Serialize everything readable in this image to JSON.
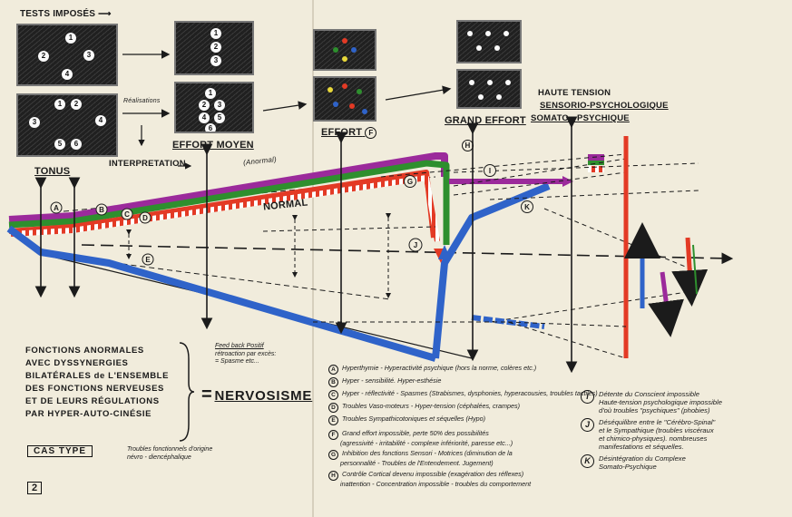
{
  "headers": {
    "tests_imposes": "TESTS IMPOSÉS",
    "realisations": "Réalisations",
    "interpretation": "INTERPRETATION",
    "effort_moyen": "EFFORT MOYEN",
    "anormal": "(Anormal)",
    "effort": "EFFORT",
    "effort_badge": "F",
    "grand_effort": "GRAND EFFORT",
    "grand_effort_badge": "H",
    "haute_tension_1": "HAUTE TENSION",
    "haute_tension_2": "SENSORIO-PSYCHOLOGIQUE",
    "haute_tension_3": "SOMATO - PSYCHIQUE",
    "tonus": "TONUS",
    "normal": "NORMAL"
  },
  "panel_numbers": {
    "p1": [
      "1",
      "2",
      "3"
    ],
    "p2": [
      "1",
      "2",
      "3",
      "4",
      "5",
      "6"
    ],
    "p3": [
      "1",
      "2",
      "3"
    ],
    "p4": [
      "1",
      "2",
      "3",
      "4",
      "5",
      "6"
    ]
  },
  "diagram_labels": {
    "A": "A",
    "B": "B",
    "C": "C",
    "D": "D",
    "E": "E",
    "G": "G",
    "I": "I",
    "J": "J",
    "K": "K"
  },
  "fonctions": [
    "FONCTIONS ANORMALES",
    "AVEC DYSSYNERGIES",
    "BILATÉRALES de L'ENSEMBLE",
    "DES FONCTIONS NERVEUSES",
    "ET DE LEURS RÉGULATIONS",
    "PAR HYPER-AUTO-CINÉSIE"
  ],
  "feedback": [
    "Feed back Positif",
    "rétroaction par excès:",
    "= Spasme etc..."
  ],
  "nervosisme": "NERVOSISME",
  "nervosisme_eq": "=",
  "cas_type": "CAS TYPE",
  "cas_note": [
    "Troubles fonctionnels d'origine",
    "névro - diencéphalique"
  ],
  "plate_number": "2",
  "legend_left": [
    {
      "k": "A",
      "t": "Hyperthymie - Hyperactivité psychique (hors la norme, colères etc.)"
    },
    {
      "k": "B",
      "t": "Hyper - sensibilité. Hyper-esthésie"
    },
    {
      "k": "C",
      "t": "Hyper - réflectivité - Spasmes (Strabismes, dysphonies, hyperacousies, troubles tactiles)"
    },
    {
      "k": "D",
      "t": "Troubles Vaso-moteurs - Hyper-tension (céphalées, crampes)"
    },
    {
      "k": "E",
      "t": "Troubles Sympathicotoniques et séquelles (Hypo)"
    },
    {
      "k": "F",
      "t": "Grand effort impossible, perte 50% des possibilités"
    },
    {
      "k": "",
      "t": "(agressivité - irritabilité - complexe infériorité, paresse etc...)"
    },
    {
      "k": "G",
      "t": "Inhibition des fonctions Sensori - Motrices (diminution de la"
    },
    {
      "k": "",
      "t": "personnalité - Troubles de l'Entendement. Jugement)"
    },
    {
      "k": "H",
      "t": "Contrôle Cortical devenu impossible (exagération des réflexes)"
    },
    {
      "k": "",
      "t": "inattention - Concentration impossible - troubles du comportement"
    }
  ],
  "legend_right": [
    {
      "k": "I",
      "t": [
        "Détente du Conscient impossible",
        "Haute-tension psychologique impossible",
        "d'où troubles \"psychiques\" (phobies)"
      ]
    },
    {
      "k": "J",
      "t": [
        "Déséquilibre entre le \"Cérébro-Spinal\"",
        "et le Sympathique (troubles viscéraux",
        "et chimico-physiques). nombreuses",
        "manifestations et séquelles."
      ]
    },
    {
      "k": "K",
      "t": [
        "Désintégration du Complexe",
        "Somato-Psychique"
      ]
    }
  ],
  "colors": {
    "paper": "#f1ecdc",
    "ink": "#1b1b1b",
    "purple": "#9b2a9b",
    "green": "#2e8f2e",
    "red": "#e33a25",
    "blue": "#2f63c9",
    "panel": "#1a1a1a"
  }
}
